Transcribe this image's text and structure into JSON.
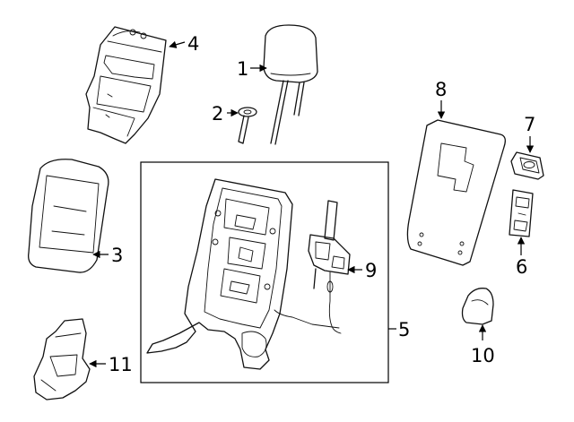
{
  "diagram": {
    "callouts": [
      {
        "id": "c1",
        "label": "1"
      },
      {
        "id": "c2",
        "label": "2"
      },
      {
        "id": "c3",
        "label": "3"
      },
      {
        "id": "c4",
        "label": "4"
      },
      {
        "id": "c5",
        "label": "5"
      },
      {
        "id": "c6",
        "label": "6"
      },
      {
        "id": "c7",
        "label": "7"
      },
      {
        "id": "c8",
        "label": "8"
      },
      {
        "id": "c9",
        "label": "9"
      },
      {
        "id": "c10",
        "label": "10"
      },
      {
        "id": "c11",
        "label": "11"
      }
    ],
    "colors": {
      "line": "#111111",
      "background": "#ffffff"
    }
  }
}
